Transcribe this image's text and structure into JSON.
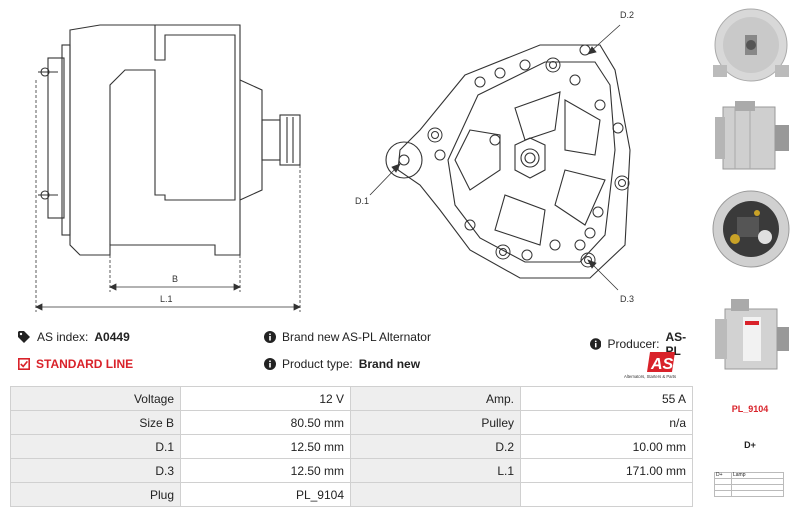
{
  "drawing": {
    "label_b": "B",
    "label_l1": "L.1",
    "label_d1": "D.1",
    "label_d2": "D.2",
    "label_d3": "D.3"
  },
  "info": {
    "as_index_label": "AS index:",
    "as_index_value": "A0449",
    "description": "Brand new AS-PL Alternator",
    "producer_label": "Producer:",
    "producer_value": "AS-PL",
    "line": "STANDARD LINE",
    "product_type_label": "Product type:",
    "product_type_value": "Brand new"
  },
  "logo": {
    "mark": "AS",
    "tagline": "Alternators, Starters & Parts"
  },
  "specs": [
    [
      "Voltage",
      "12 V",
      "Amp.",
      "55 A"
    ],
    [
      "Size B",
      "80.50 mm",
      "Pulley",
      "n/a"
    ],
    [
      "D.1",
      "12.50 mm",
      "D.2",
      "10.00 mm"
    ],
    [
      "D.3",
      "12.50 mm",
      "L.1",
      "171.00 mm"
    ],
    [
      "Plug",
      "PL_9104",
      "",
      ""
    ]
  ],
  "side": {
    "plug_code": "PL_9104",
    "terminal": "D+",
    "legend_rows": [
      [
        "D+",
        "Lamp"
      ],
      [
        "",
        ""
      ],
      [
        "",
        ""
      ],
      [
        "",
        ""
      ]
    ]
  },
  "colors": {
    "accent_red": "#d9222a",
    "label_bg": "#eeeeee",
    "border": "#d0d0d0"
  },
  "icons": {
    "as_index": "tag-icon",
    "description": "info-icon",
    "producer": "info-icon",
    "line": "checkbox-icon",
    "product_type": "info-icon"
  }
}
